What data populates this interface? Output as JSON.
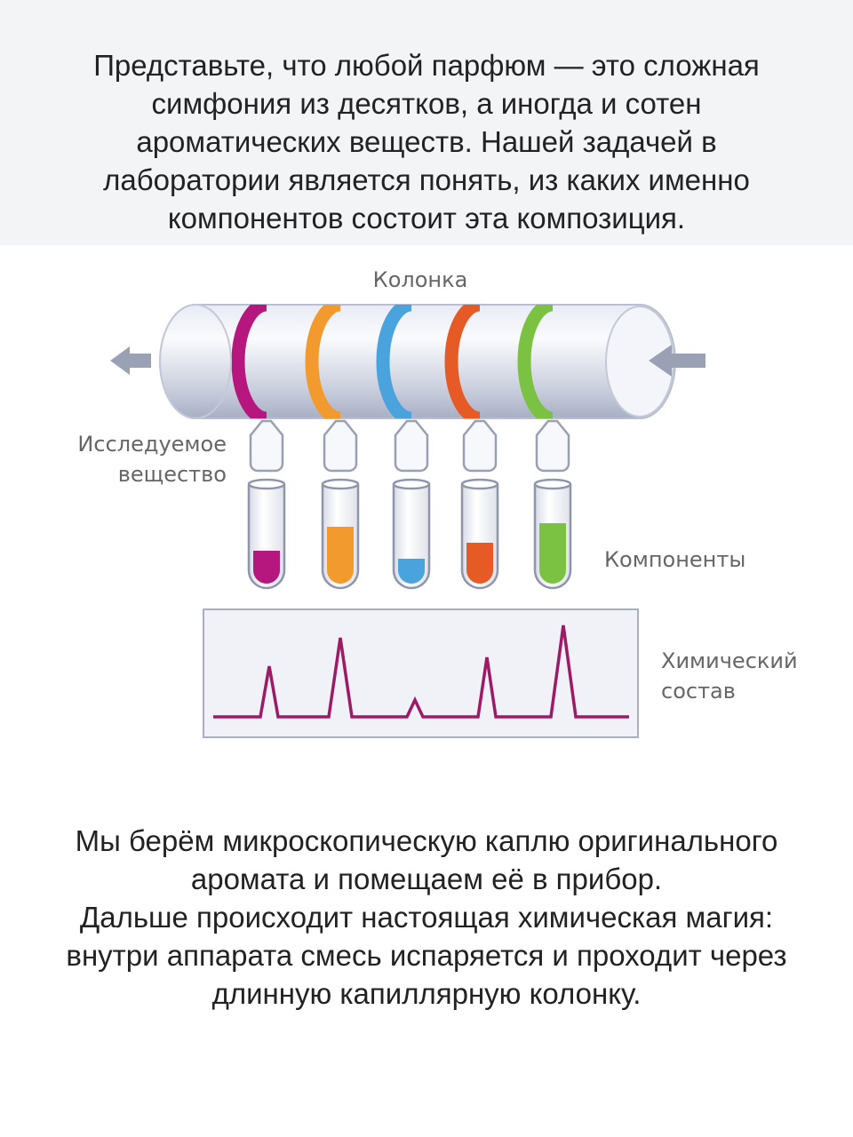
{
  "intro_lines": [
    "Представьте, что любой парфюм — это сложная",
    "симфония из десятков, а иногда и сотен",
    "ароматических веществ. Нашей задачей в",
    "лаборатории является понять, из каких именно",
    "компонентов состоит эта композиция."
  ],
  "diagram": {
    "column_label": "Колонка",
    "sample_label": [
      "Исследуемое",
      "вещество"
    ],
    "components_label": "Компоненты",
    "composition_label": [
      "Химический",
      "состав"
    ],
    "bands": [
      {
        "name": "magenta",
        "color": "#b5177e",
        "fill": 0.25
      },
      {
        "name": "orange",
        "color": "#f39a2e",
        "fill": 0.55
      },
      {
        "name": "blue",
        "color": "#4aa3dc",
        "fill": 0.15
      },
      {
        "name": "red-orange",
        "color": "#e55a25",
        "fill": 0.35
      },
      {
        "name": "green",
        "color": "#7cc242",
        "fill": 0.6
      }
    ]
  },
  "outro_lines": [
    "Мы берём микроскопическую каплю оригинального",
    "аромата и помещаем её в прибор.",
    "Дальше происходит настоящая химическая магия:",
    "внутри аппарата смесь испаряется и проходит через",
    "длинную капиллярную колонку."
  ]
}
